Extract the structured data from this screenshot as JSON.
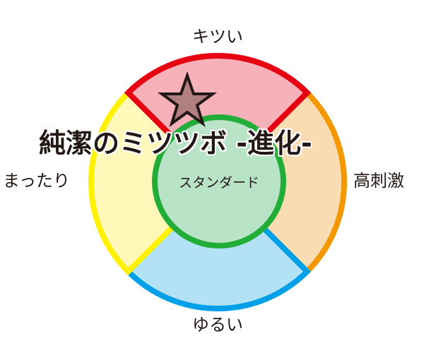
{
  "diagram": {
    "title": "純潔のミツツボ -進化-",
    "center_label": "スタンダード",
    "axes": {
      "top": "キツい",
      "bottom": "ゆるい",
      "left": "まったり",
      "right": "高刺激"
    },
    "marker": {
      "shape": "star",
      "position": "top-left of キツい sector"
    },
    "colors": {
      "top_stroke": "#e60012",
      "top_fill": "#f7b1b9",
      "right_stroke": "#f39800",
      "right_fill": "#fadcb2",
      "bottom_stroke": "#00a0e9",
      "bottom_fill": "#b3e2f7",
      "left_stroke": "#fff100",
      "left_fill": "#fff8b8",
      "center_stroke": "#22ac38",
      "center_fill": "#b9e3c6",
      "star_fill": "#b08080",
      "star_stroke": "#231815"
    }
  }
}
